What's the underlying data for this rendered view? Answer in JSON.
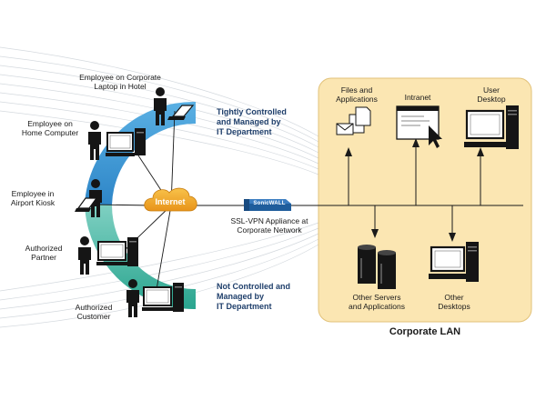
{
  "colors": {
    "lan_fill": "#fbe6b2",
    "lan_border": "#e2c27a",
    "controlled_arc": "#2e86c8",
    "uncontrolled_arc": "#2aa58f",
    "internet_cloud": "#f2a81a",
    "appliance": "#1f5d9c",
    "line": "#1a1a1a",
    "people": "#151515"
  },
  "internet": {
    "label": "Internet"
  },
  "appliance": {
    "device_text": "SonicWALL",
    "caption": [
      "SSL-VPN Appliance at",
      "Corporate Network"
    ]
  },
  "zones": {
    "controlled": [
      "Tightly Controlled",
      "and Managed by",
      "IT Department"
    ],
    "uncontrolled": [
      "Not Controlled and",
      "Managed by",
      "IT Department"
    ]
  },
  "clients": [
    {
      "id": "laptop-hotel",
      "lines": [
        "Employee on Corporate",
        "Laptop in Hotel"
      ],
      "icon": "laptop-icon"
    },
    {
      "id": "home-computer",
      "lines": [
        "Employee on",
        "Home Computer"
      ],
      "icon": "desktop-computer-icon"
    },
    {
      "id": "airport-kiosk",
      "lines": [
        "Employee in",
        "Airport Kiosk"
      ],
      "icon": "laptop-icon"
    },
    {
      "id": "partner",
      "lines": [
        "Authorized",
        "Partner"
      ],
      "icon": "desktop-computer-icon"
    },
    {
      "id": "customer",
      "lines": [
        "Authorized",
        "Customer"
      ],
      "icon": "desktop-computer-icon"
    }
  ],
  "lan": {
    "title": "Corporate LAN",
    "resources": [
      {
        "id": "files",
        "lines": [
          "Files and",
          "Applications"
        ],
        "icon": "files-icon"
      },
      {
        "id": "intranet",
        "lines": [
          "Intranet"
        ],
        "icon": "browser-window-icon"
      },
      {
        "id": "user-desktop",
        "lines": [
          "User",
          "Desktop"
        ],
        "icon": "desktop-computer-icon"
      },
      {
        "id": "servers",
        "lines": [
          "Other Servers",
          "and Applications"
        ],
        "icon": "server-icon"
      },
      {
        "id": "desktops",
        "lines": [
          "Other",
          "Desktops"
        ],
        "icon": "desktop-computer-icon"
      }
    ]
  }
}
